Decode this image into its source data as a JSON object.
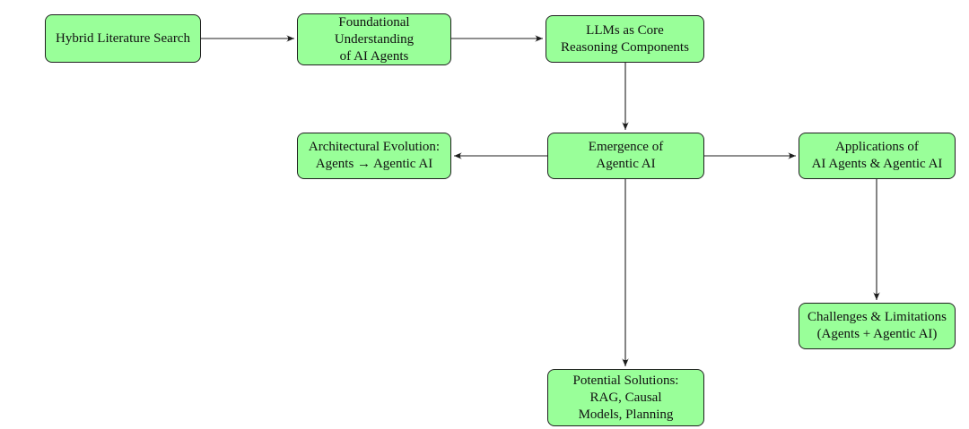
{
  "diagram": {
    "title": "Hybrid Literature Search flowchart",
    "colors": {
      "background": "#ffffff",
      "node_fill": "#99ff99",
      "node_border": "#1f1f1f",
      "arrow_color": "#1f1f1f",
      "text_color": "#111111"
    },
    "nodes": {
      "hybrid": {
        "label": "Hybrid Literature Search",
        "lines": [
          "Hybrid Literature Search"
        ]
      },
      "foundational": {
        "label": "Foundational Understanding of AI Agents",
        "lines": [
          "Foundational",
          "Understanding",
          "of AI Agents"
        ]
      },
      "llms": {
        "label": "LLMs as Core Reasoning Components",
        "lines": [
          "LLMs as Core",
          "Reasoning Components"
        ]
      },
      "architectural": {
        "label": "Architectural Evolution: Agents → Agentic AI",
        "lines": [
          "Architectural Evolution:",
          "Agents → Agentic AI"
        ]
      },
      "emergence": {
        "label": "Emergence of Agentic AI",
        "lines": [
          "Emergence of",
          "Agentic AI"
        ]
      },
      "applications": {
        "label": "Applications of AI Agents & Agentic AI",
        "lines": [
          "Applications of",
          "AI Agents & Agentic AI"
        ]
      },
      "challenges": {
        "label": "Challenges & Limitations (Agents + Agentic AI)",
        "lines": [
          "Challenges & Limitations",
          "(Agents + Agentic AI)"
        ]
      },
      "solutions": {
        "label": "Potential Solutions: RAG, Causal Models, Planning",
        "lines": [
          "Potential Solutions:",
          "RAG, Causal",
          "Models, Planning"
        ]
      }
    },
    "edges": [
      {
        "from": "hybrid",
        "to": "foundational"
      },
      {
        "from": "foundational",
        "to": "llms"
      },
      {
        "from": "llms",
        "to": "emergence"
      },
      {
        "from": "emergence",
        "to": "architectural"
      },
      {
        "from": "emergence",
        "to": "applications"
      },
      {
        "from": "applications",
        "to": "challenges"
      },
      {
        "from": "emergence",
        "to": "solutions"
      }
    ]
  }
}
